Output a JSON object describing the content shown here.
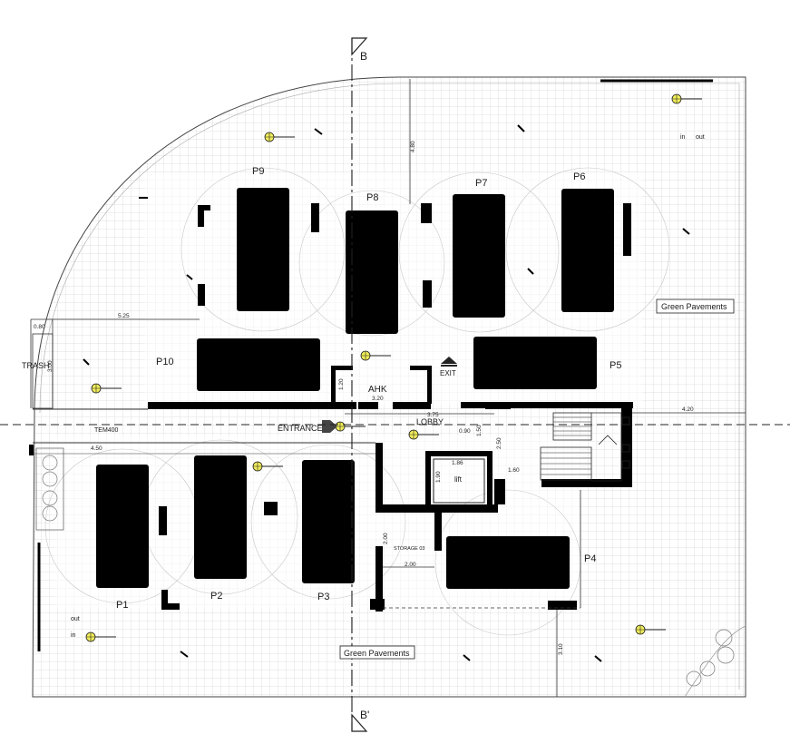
{
  "section_marks": {
    "top": "B",
    "bottom": "B'"
  },
  "parking_labels": [
    "P1",
    "P2",
    "P3",
    "P4",
    "P5",
    "P6",
    "P7",
    "P8",
    "P9",
    "P10"
  ],
  "rooms": {
    "ahk": "AHK",
    "lobby": "LOBBY",
    "lift": "lift",
    "storage": "STORAGE 03",
    "trash": "TRASH",
    "entrance": "ENTRANCE",
    "exit": "EXIT",
    "item": "TEM400"
  },
  "pavement_labels": {
    "right": "Green Pavements",
    "bottom": "Green Pavements"
  },
  "traffic": {
    "in_top": "in",
    "out_top": "out",
    "in_bottom": "in",
    "out_bottom": "out"
  },
  "dimensions": {
    "d_480": "4.80",
    "d_080": "0.80",
    "d_525": "5.25",
    "d_300": "3.00",
    "d_120": "1.20",
    "d_320": "3.20",
    "d_375": "3.75",
    "d_090": "0.90",
    "d_150": "1.50",
    "d_186": "1.86",
    "d_160": "1.60",
    "d_250": "2.50",
    "d_420": "4.20",
    "d_450": "4.50",
    "d_200": "2.00",
    "d_200b": "2.00",
    "d_310": "3.10",
    "d_190": "1.90"
  },
  "colors": {
    "wall": "#000000",
    "lamp": "#f2ee5a",
    "grid": "#d9d9d9",
    "line": "#222222"
  }
}
